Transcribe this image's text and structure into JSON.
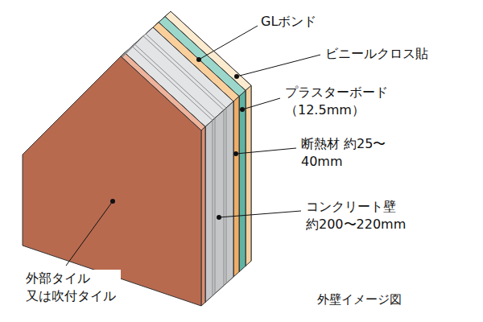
{
  "diagram": {
    "caption": "外壁イメージ図",
    "labels": [
      "GLボンド",
      "ビニールクロス貼",
      "プラスターボード （12.5mm）",
      "断熱材 約25〜40mm",
      "コンクリート壁 約200〜220mm",
      "外部タイル 又は吹付タイル"
    ]
  }
}
